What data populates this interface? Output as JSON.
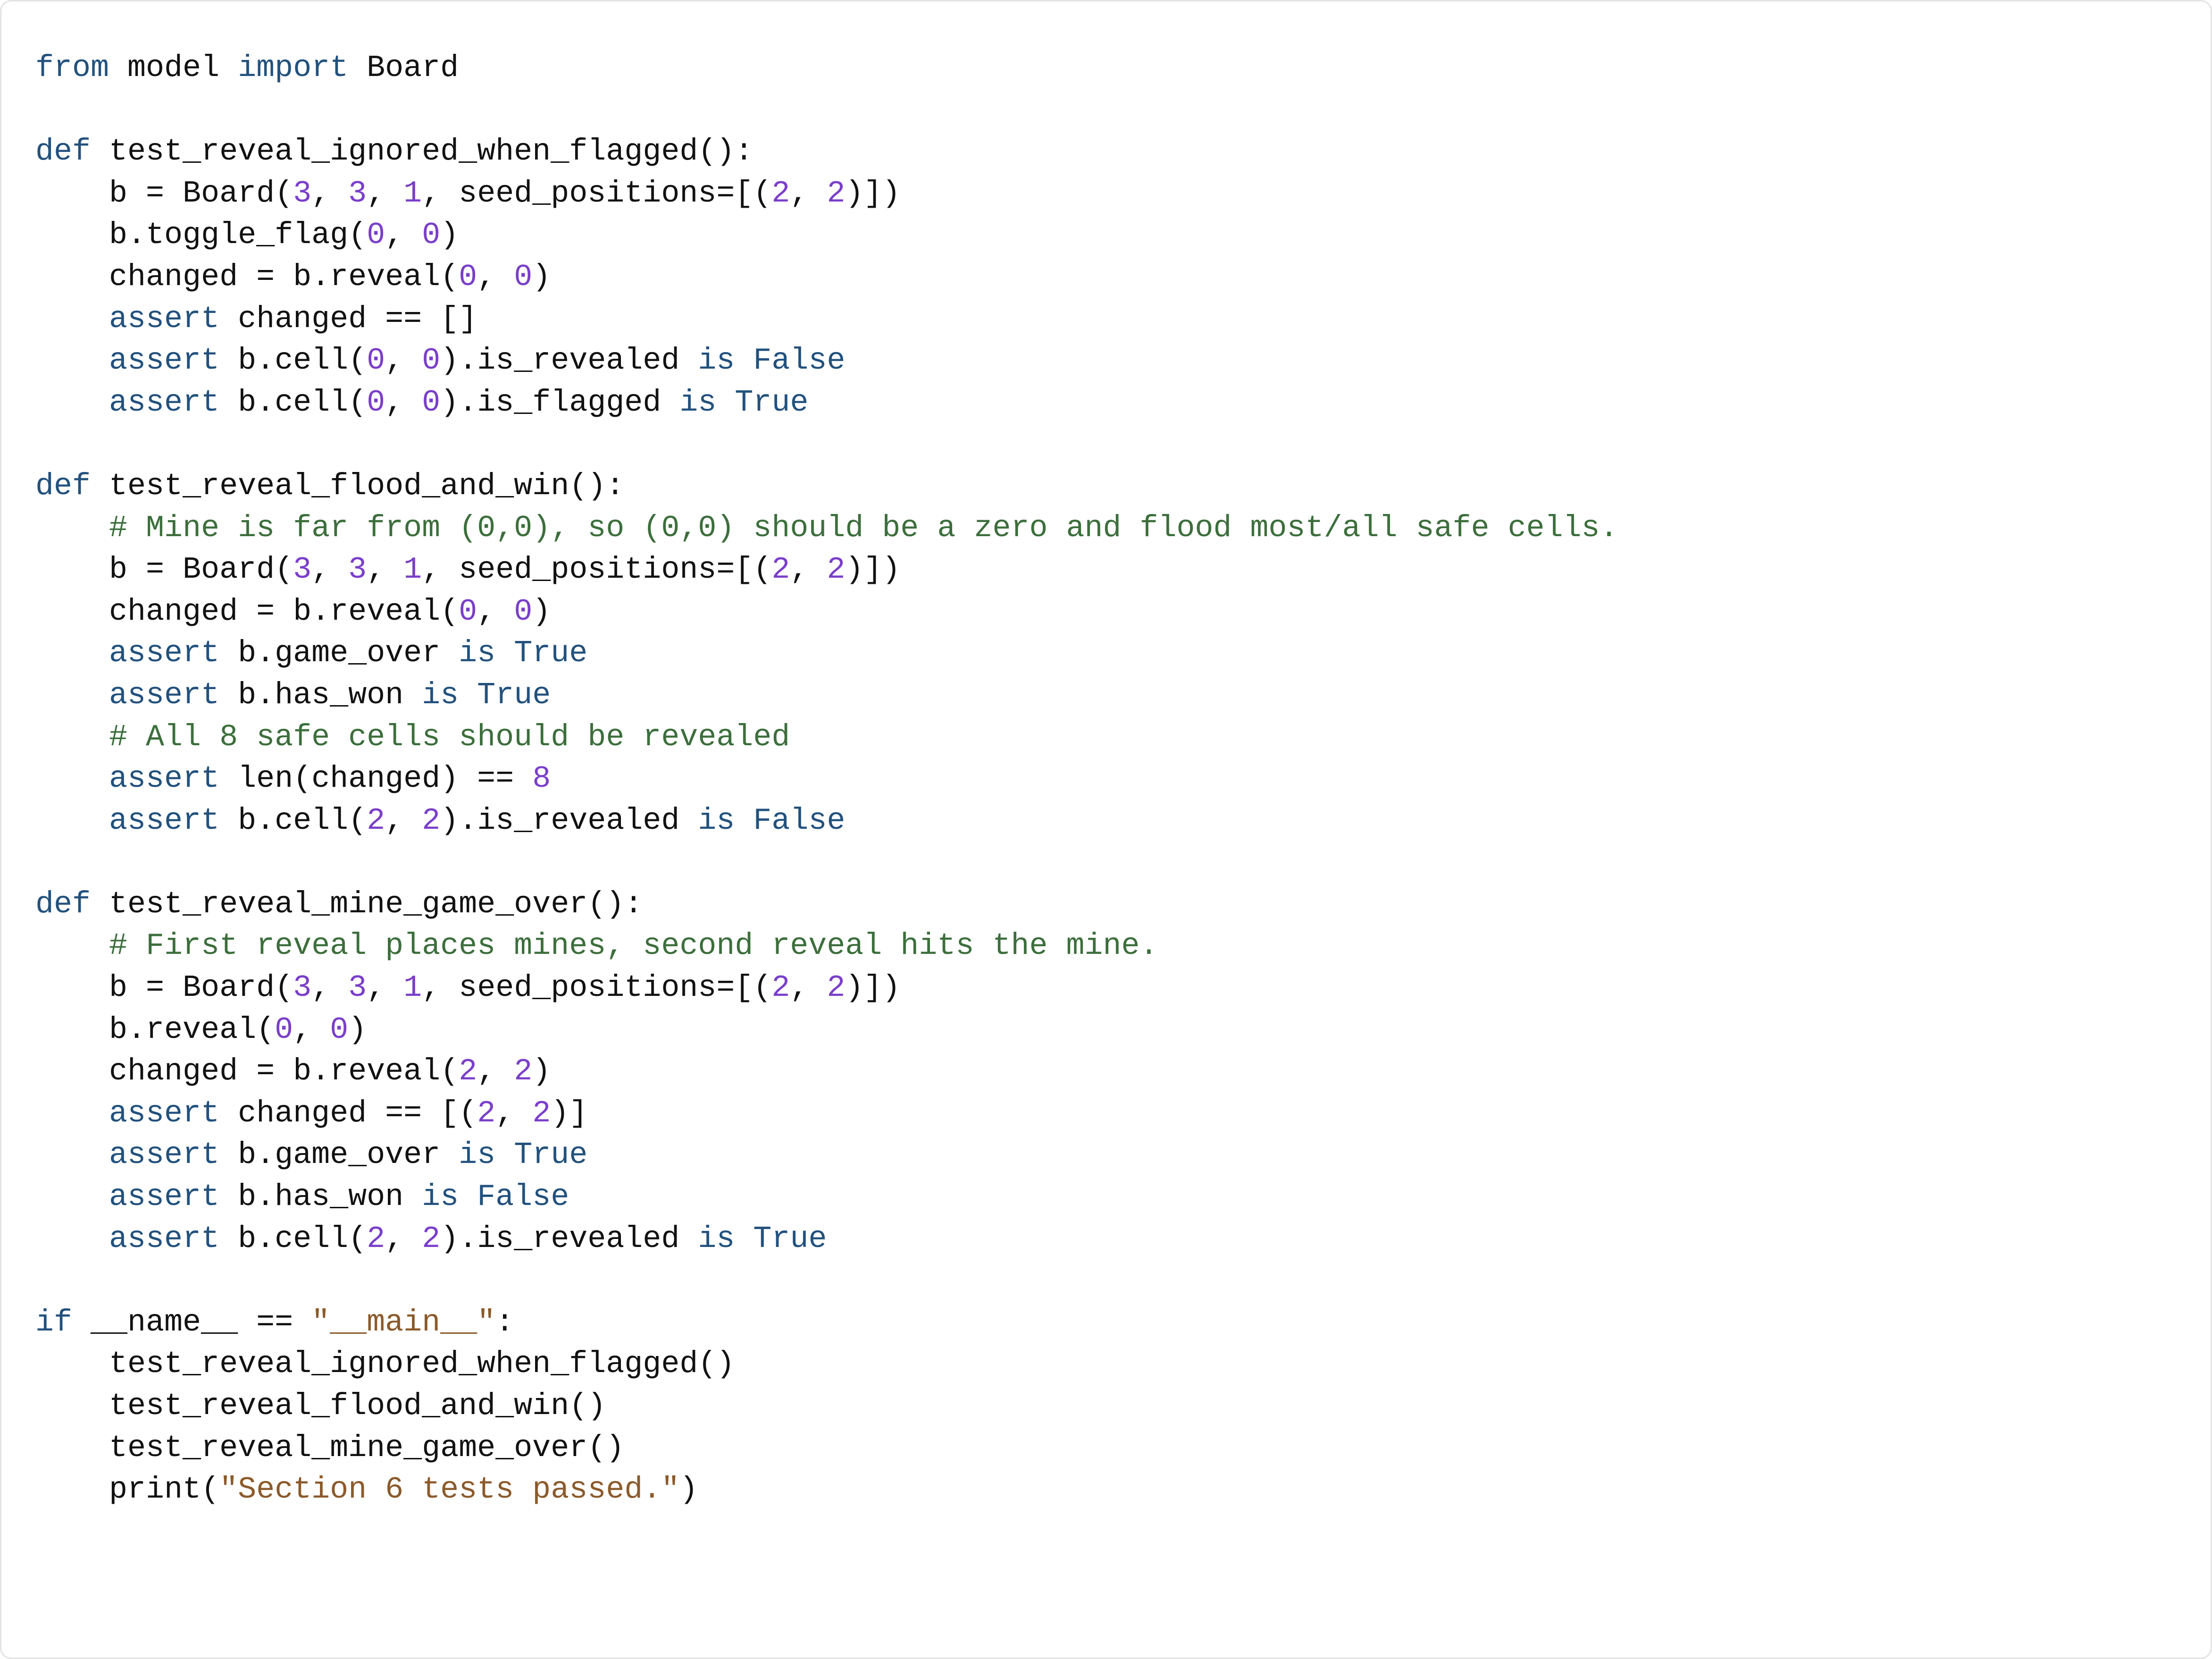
{
  "colors": {
    "keyword": "#22517d",
    "number": "#7a3fc9",
    "string": "#8b5a2b",
    "comment": "#3c6e3c",
    "text": "#111111"
  },
  "lines": [
    [
      [
        "kw",
        "from"
      ],
      [
        "txt",
        " model "
      ],
      [
        "kw",
        "import"
      ],
      [
        "txt",
        " Board"
      ]
    ],
    [],
    [
      [
        "kw",
        "def"
      ],
      [
        "txt",
        " test_reveal_ignored_when_flagged():"
      ]
    ],
    [
      [
        "txt",
        "    b = Board("
      ],
      [
        "num",
        "3"
      ],
      [
        "txt",
        ", "
      ],
      [
        "num",
        "3"
      ],
      [
        "txt",
        ", "
      ],
      [
        "num",
        "1"
      ],
      [
        "txt",
        ", seed_positions=[("
      ],
      [
        "num",
        "2"
      ],
      [
        "txt",
        ", "
      ],
      [
        "num",
        "2"
      ],
      [
        "txt",
        ")])"
      ]
    ],
    [
      [
        "txt",
        "    b.toggle_flag("
      ],
      [
        "num",
        "0"
      ],
      [
        "txt",
        ", "
      ],
      [
        "num",
        "0"
      ],
      [
        "txt",
        ")"
      ]
    ],
    [
      [
        "txt",
        "    changed = b.reveal("
      ],
      [
        "num",
        "0"
      ],
      [
        "txt",
        ", "
      ],
      [
        "num",
        "0"
      ],
      [
        "txt",
        ")"
      ]
    ],
    [
      [
        "kw",
        "    assert"
      ],
      [
        "txt",
        " changed == []"
      ]
    ],
    [
      [
        "kw",
        "    assert"
      ],
      [
        "txt",
        " b.cell("
      ],
      [
        "num",
        "0"
      ],
      [
        "txt",
        ", "
      ],
      [
        "num",
        "0"
      ],
      [
        "txt",
        ").is_revealed "
      ],
      [
        "kw",
        "is False"
      ]
    ],
    [
      [
        "kw",
        "    assert"
      ],
      [
        "txt",
        " b.cell("
      ],
      [
        "num",
        "0"
      ],
      [
        "txt",
        ", "
      ],
      [
        "num",
        "0"
      ],
      [
        "txt",
        ").is_flagged "
      ],
      [
        "kw",
        "is True"
      ]
    ],
    [],
    [
      [
        "kw",
        "def"
      ],
      [
        "txt",
        " test_reveal_flood_and_win():"
      ]
    ],
    [
      [
        "com",
        "    # Mine is far from (0,0), so (0,0) should be a zero and flood most/all safe cells."
      ]
    ],
    [
      [
        "txt",
        "    b = Board("
      ],
      [
        "num",
        "3"
      ],
      [
        "txt",
        ", "
      ],
      [
        "num",
        "3"
      ],
      [
        "txt",
        ", "
      ],
      [
        "num",
        "1"
      ],
      [
        "txt",
        ", seed_positions=[("
      ],
      [
        "num",
        "2"
      ],
      [
        "txt",
        ", "
      ],
      [
        "num",
        "2"
      ],
      [
        "txt",
        ")])"
      ]
    ],
    [
      [
        "txt",
        "    changed = b.reveal("
      ],
      [
        "num",
        "0"
      ],
      [
        "txt",
        ", "
      ],
      [
        "num",
        "0"
      ],
      [
        "txt",
        ")"
      ]
    ],
    [
      [
        "kw",
        "    assert"
      ],
      [
        "txt",
        " b.game_over "
      ],
      [
        "kw",
        "is True"
      ]
    ],
    [
      [
        "kw",
        "    assert"
      ],
      [
        "txt",
        " b.has_won "
      ],
      [
        "kw",
        "is True"
      ]
    ],
    [
      [
        "com",
        "    # All 8 safe cells should be revealed"
      ]
    ],
    [
      [
        "kw",
        "    assert"
      ],
      [
        "txt",
        " len(changed) == "
      ],
      [
        "num",
        "8"
      ]
    ],
    [
      [
        "kw",
        "    assert"
      ],
      [
        "txt",
        " b.cell("
      ],
      [
        "num",
        "2"
      ],
      [
        "txt",
        ", "
      ],
      [
        "num",
        "2"
      ],
      [
        "txt",
        ").is_revealed "
      ],
      [
        "kw",
        "is False"
      ]
    ],
    [],
    [
      [
        "kw",
        "def"
      ],
      [
        "txt",
        " test_reveal_mine_game_over():"
      ]
    ],
    [
      [
        "com",
        "    # First reveal places mines, second reveal hits the mine."
      ]
    ],
    [
      [
        "txt",
        "    b = Board("
      ],
      [
        "num",
        "3"
      ],
      [
        "txt",
        ", "
      ],
      [
        "num",
        "3"
      ],
      [
        "txt",
        ", "
      ],
      [
        "num",
        "1"
      ],
      [
        "txt",
        ", seed_positions=[("
      ],
      [
        "num",
        "2"
      ],
      [
        "txt",
        ", "
      ],
      [
        "num",
        "2"
      ],
      [
        "txt",
        ")])"
      ]
    ],
    [
      [
        "txt",
        "    b.reveal("
      ],
      [
        "num",
        "0"
      ],
      [
        "txt",
        ", "
      ],
      [
        "num",
        "0"
      ],
      [
        "txt",
        ")"
      ]
    ],
    [
      [
        "txt",
        "    changed = b.reveal("
      ],
      [
        "num",
        "2"
      ],
      [
        "txt",
        ", "
      ],
      [
        "num",
        "2"
      ],
      [
        "txt",
        ")"
      ]
    ],
    [
      [
        "kw",
        "    assert"
      ],
      [
        "txt",
        " changed == [("
      ],
      [
        "num",
        "2"
      ],
      [
        "txt",
        ", "
      ],
      [
        "num",
        "2"
      ],
      [
        "txt",
        ")]"
      ]
    ],
    [
      [
        "kw",
        "    assert"
      ],
      [
        "txt",
        " b.game_over "
      ],
      [
        "kw",
        "is True"
      ]
    ],
    [
      [
        "kw",
        "    assert"
      ],
      [
        "txt",
        " b.has_won "
      ],
      [
        "kw",
        "is False"
      ]
    ],
    [
      [
        "kw",
        "    assert"
      ],
      [
        "txt",
        " b.cell("
      ],
      [
        "num",
        "2"
      ],
      [
        "txt",
        ", "
      ],
      [
        "num",
        "2"
      ],
      [
        "txt",
        ").is_revealed "
      ],
      [
        "kw",
        "is True"
      ]
    ],
    [],
    [
      [
        "kw",
        "if"
      ],
      [
        "txt",
        " __name__ == "
      ],
      [
        "str",
        "\"__main__\""
      ],
      [
        "txt",
        ":"
      ]
    ],
    [
      [
        "txt",
        "    test_reveal_ignored_when_flagged()"
      ]
    ],
    [
      [
        "txt",
        "    test_reveal_flood_and_win()"
      ]
    ],
    [
      [
        "txt",
        "    test_reveal_mine_game_over()"
      ]
    ],
    [
      [
        "txt",
        "    print("
      ],
      [
        "str",
        "\"Section 6 tests passed.\""
      ],
      [
        "txt",
        ")"
      ]
    ]
  ]
}
